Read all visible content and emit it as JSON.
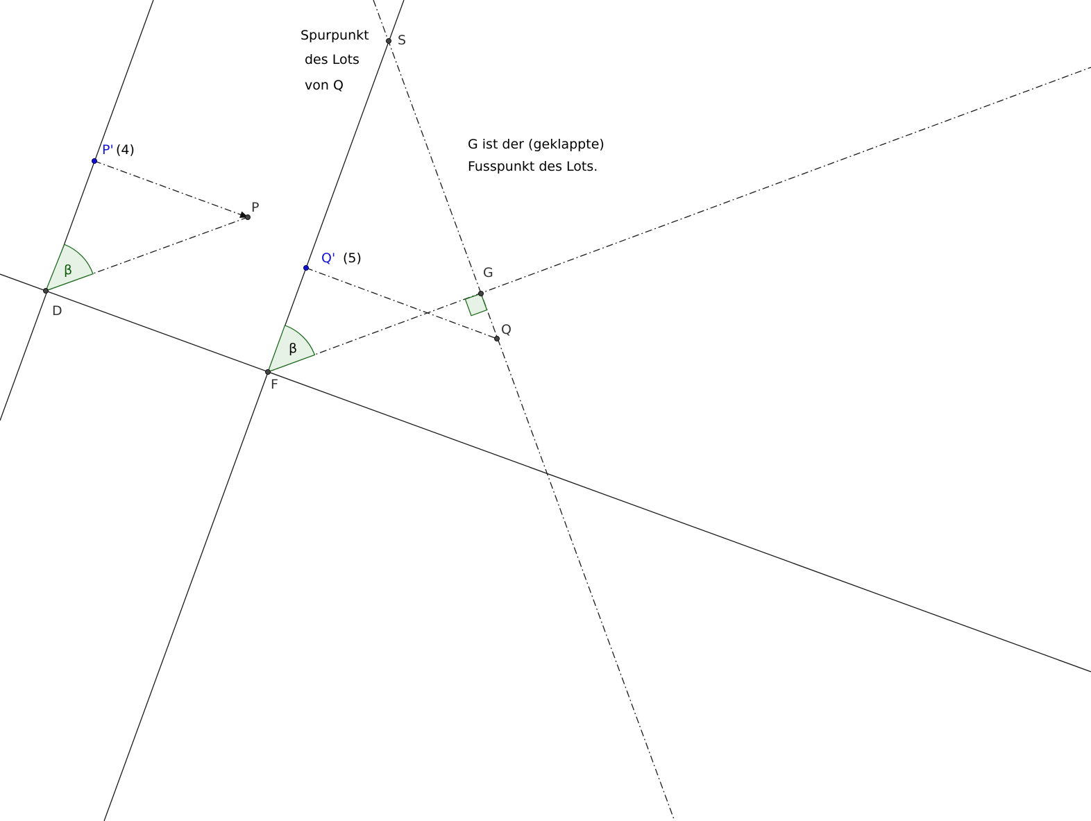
{
  "colors": {
    "line": "#1a1a1a",
    "point": "#444444",
    "point_blue": "#1010cc",
    "label_blue": "#1414d2",
    "angle_fill": "#e6f2e6",
    "angle_stroke": "#1e6b1e",
    "label_green": "#0a5a0a"
  },
  "labels": {
    "D": "D",
    "F": "F",
    "P": "P",
    "P_prime": "P'",
    "P_prime_num": "(4)",
    "Q": "Q",
    "Q_prime": "Q'",
    "Q_prime_num": "(5)",
    "G": "G",
    "S": "S",
    "beta": "β"
  },
  "notes": {
    "spurpunkt": [
      "Spurpunkt",
      "des Lots",
      "von Q"
    ],
    "fusspunkt": [
      "G ist der (geklappte)",
      "Fusspunkt des Lots."
    ]
  }
}
